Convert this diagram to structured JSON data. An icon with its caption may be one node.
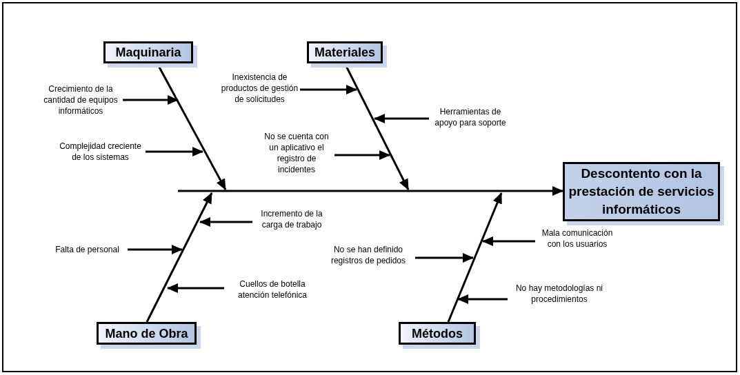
{
  "diagram": {
    "nodes": [
      {
        "text": [
          "Maquinaria"
        ]
      },
      {
        "text": [
          "Materiales"
        ]
      },
      {
        "text": [
          "Descontento con la prestación de servicios informáticos"
        ]
      },
      {
        "text": [
          "Mano de Obra"
        ]
      },
      {
        "text": [
          "Métodos"
        ]
      },
      {
        "text": [
          "Crecimiento de la cantidad de equipos informáticos"
        ]
      },
      {
        "text": [
          "Complejidad creciente de los sistemas"
        ]
      },
      {
        "text": [
          "Inexistencia de productos de gestión de solicitudes"
        ]
      },
      {
        "text": [
          "Herramientas de apoyo para soporte"
        ]
      },
      {
        "text": [
          "No se cuenta con un aplicativo el registro de incidentes"
        ]
      },
      {
        "text": [
          "Incremento de la carga de trabajo"
        ]
      },
      {
        "text": [
          "Falta de personal"
        ]
      },
      {
        "text": [
          "Cuellos de botella atención telefónica"
        ]
      },
      {
        "text": [
          "No se han definido registros de pedidos"
        ]
      },
      {
        "text": [
          "Mala comunicación con los usuarios"
        ]
      },
      {
        "text": [
          "No hay metodologías ni procedimientos"
        ]
      }
    ],
    "edges": [
      {
        "from": 0,
        "to": null,
        "arrow": "to"
      },
      {
        "from": 1,
        "to": null,
        "arrow": "to"
      },
      {
        "from": 3,
        "to": null,
        "arrow": "to"
      },
      {
        "from": 4,
        "to": null,
        "arrow": "to"
      },
      {
        "from": null,
        "to": 2,
        "arrow": "to"
      },
      {
        "from": 5,
        "to": null,
        "arrow": "to"
      },
      {
        "from": 6,
        "to": null,
        "arrow": "to"
      },
      {
        "from": 7,
        "to": null,
        "arrow": "to"
      },
      {
        "from": 8,
        "to": null,
        "arrow": "to"
      },
      {
        "from": 9,
        "to": null,
        "arrow": "to"
      },
      {
        "from": 10,
        "to": null,
        "arrow": "to"
      },
      {
        "from": 11,
        "to": null,
        "arrow": "to"
      },
      {
        "from": 12,
        "to": null,
        "arrow": "to"
      },
      {
        "from": 13,
        "to": null,
        "arrow": "to"
      },
      {
        "from": 14,
        "to": null,
        "arrow": "to"
      },
      {
        "from": 15,
        "to": null,
        "arrow": "to"
      }
    ]
  }
}
